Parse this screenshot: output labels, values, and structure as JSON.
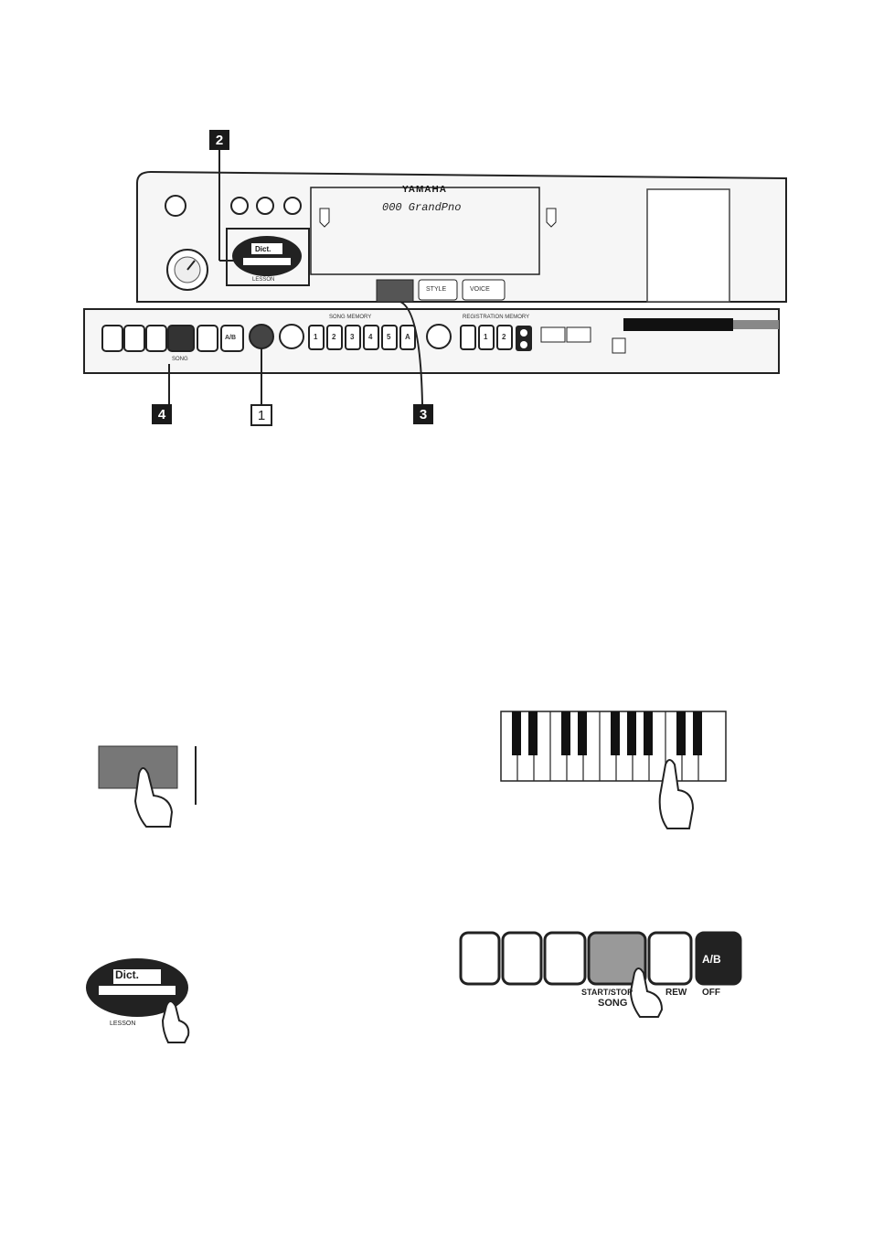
{
  "callouts": {
    "top_step": "2",
    "left_step": "4",
    "center_step": "1",
    "right_step": "3"
  },
  "panel": {
    "brand": "YAMAHA",
    "lcd_text": "000 GrandPno",
    "dict_label": "Dict.",
    "lesson_label": "LESSON",
    "song_memory_label": "SONG MEMORY",
    "registration_label": "REGISTRATION MEMORY",
    "style_button": "STYLE",
    "voice_button": "VOICE",
    "song_label": "SONG",
    "ab_label": "A/B",
    "track_buttons": [
      "1",
      "2",
      "3",
      "4",
      "5",
      "A"
    ],
    "reg_buttons": [
      "1",
      "2"
    ]
  },
  "detail": {
    "dict_label": "Dict.",
    "lesson_label": "LESSON",
    "start_stop_label": "START/STOP",
    "song_label": "SONG",
    "rew_label": "REW",
    "ab_label": "A/B",
    "off_label": "OFF"
  },
  "colors": {
    "ink": "#1a1a1a",
    "panel_bg": "#f4f4f4",
    "badge": "#1a1a1a"
  }
}
